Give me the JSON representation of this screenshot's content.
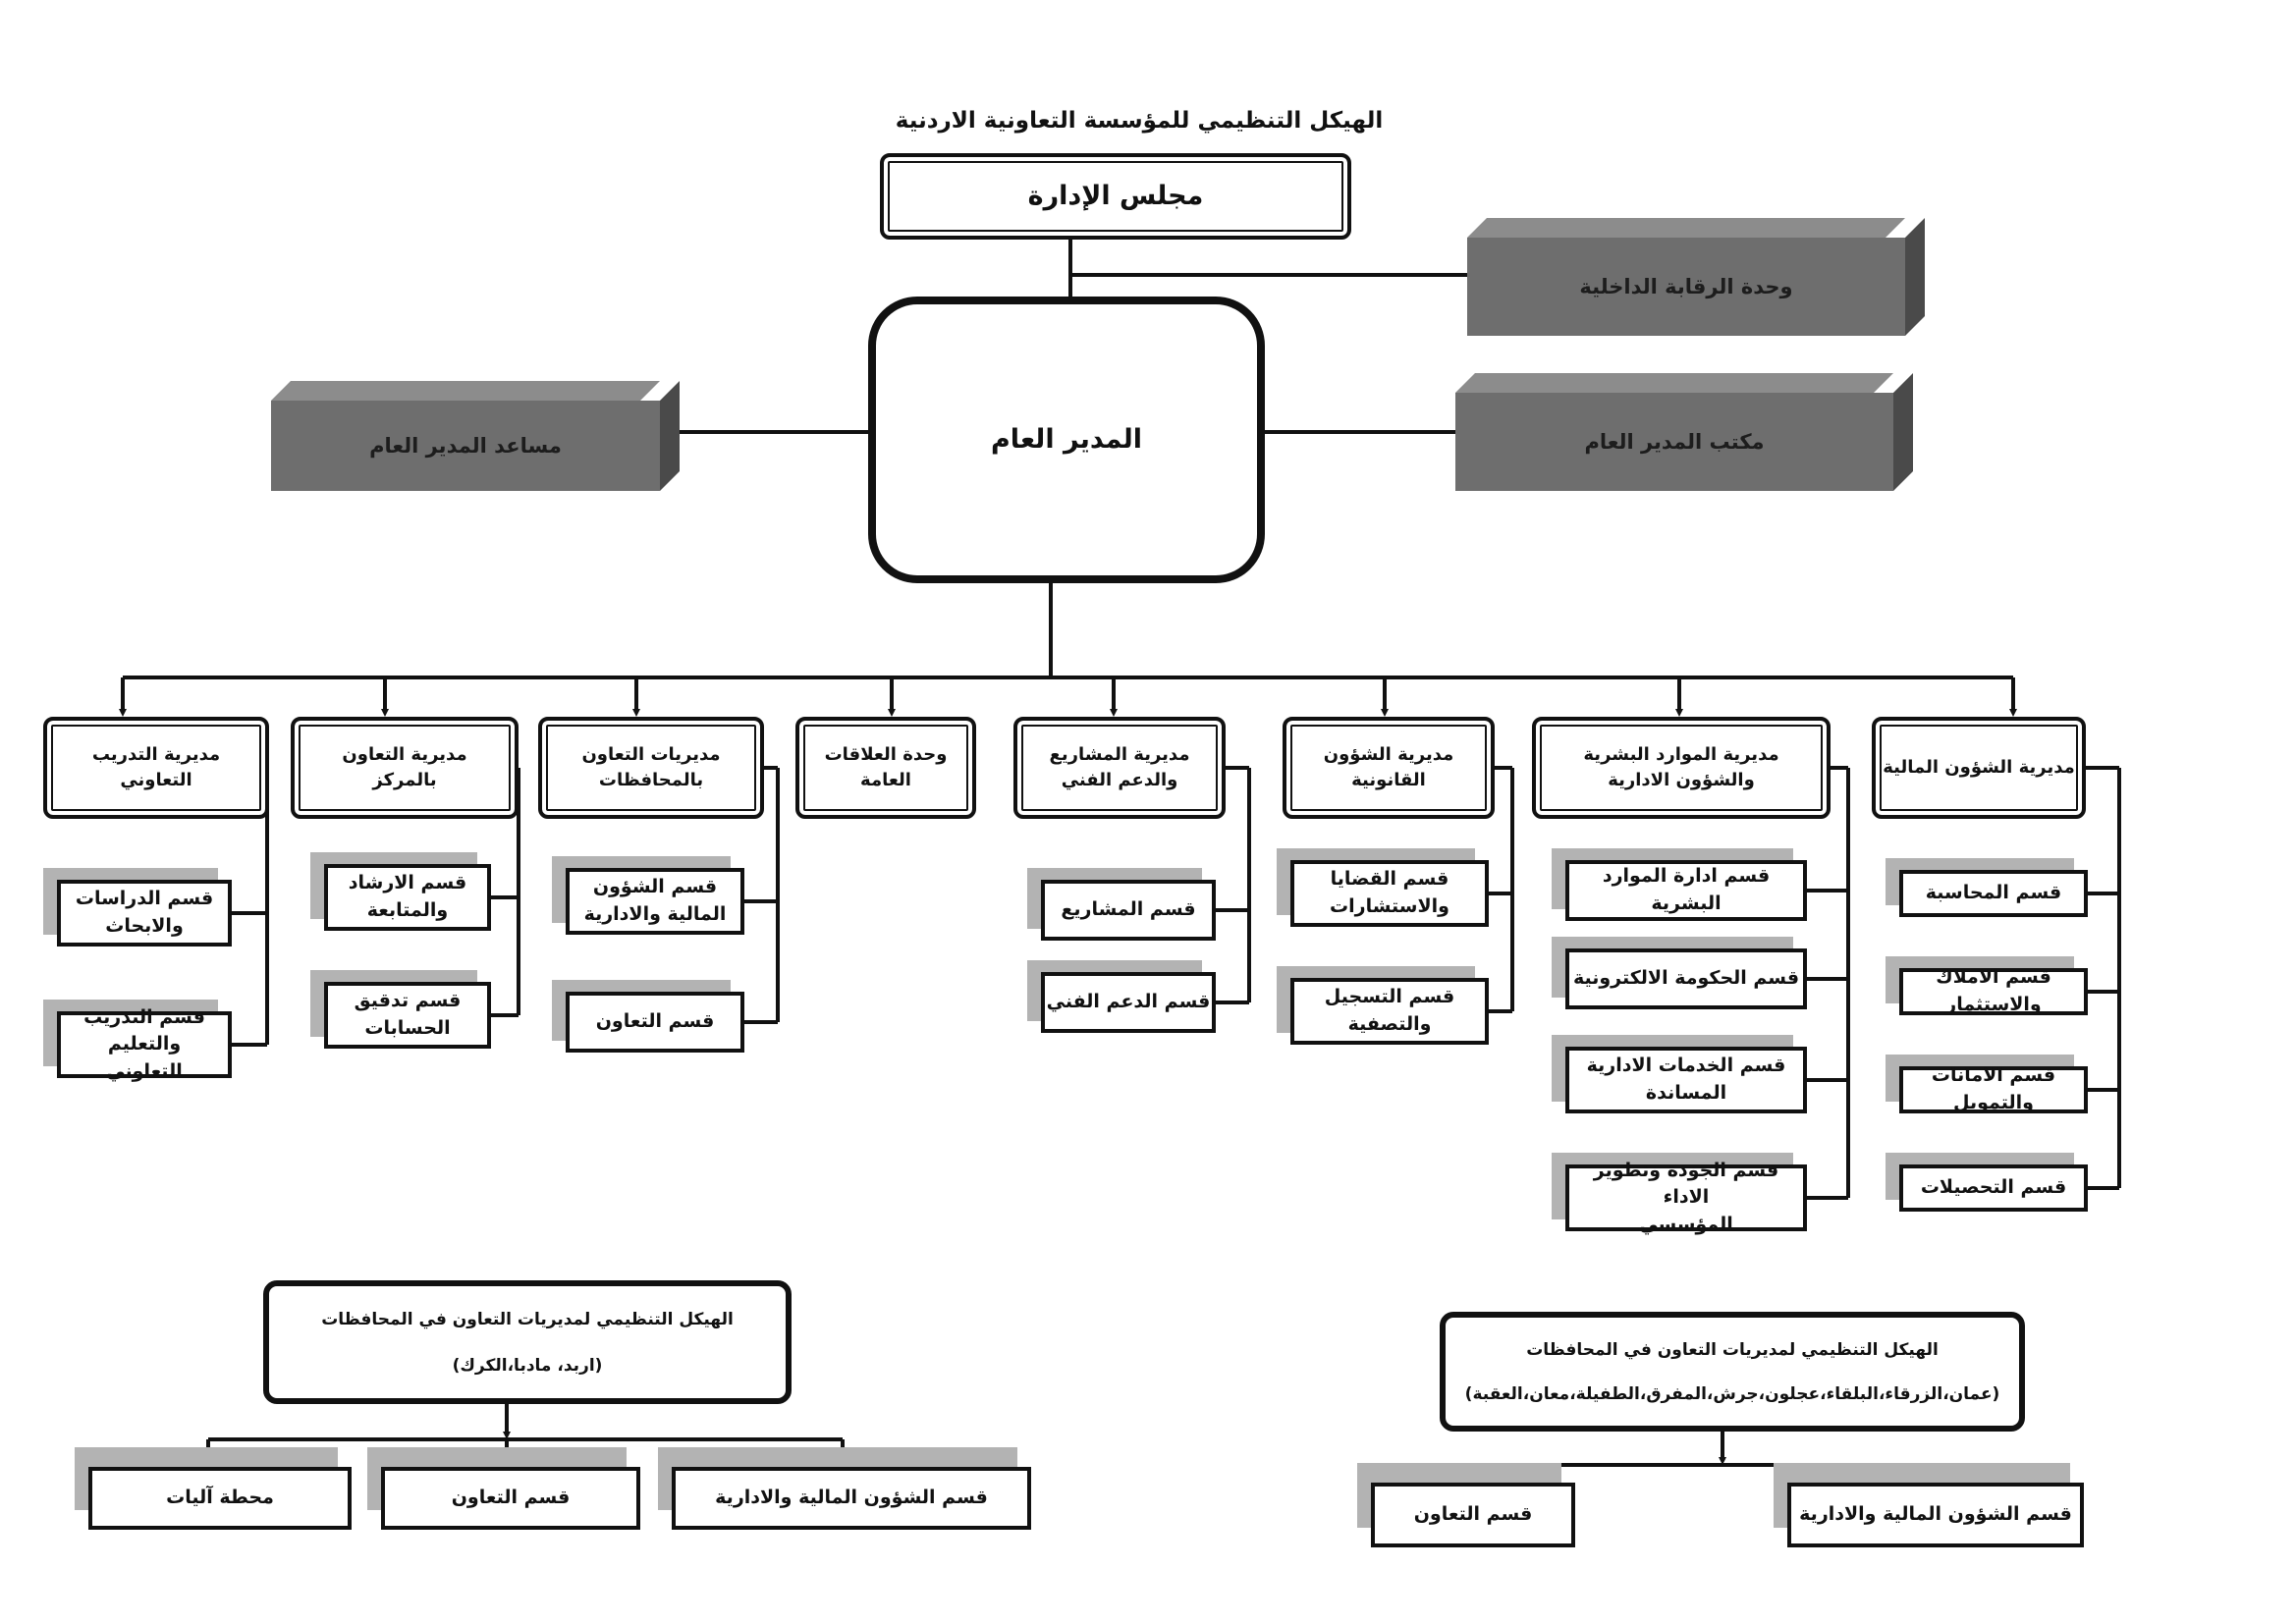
{
  "title": "الهيكل التنظيمي للمؤسسة التعاونية الاردنية",
  "board": "مجلس الإدارة",
  "director_general": "المدير العام",
  "internal_audit": "وحدة الرقابة الداخلية",
  "dg_office": "مكتب المدير العام",
  "assistant_dg": "مساعد المدير العام",
  "directorates": [
    {
      "name_l1": "مديرية الشؤون المالية",
      "name_l2": "",
      "sections": [
        {
          "l1": "قسم المحاسبة",
          "l2": ""
        },
        {
          "l1": "قسم الاملاك والاستثمار",
          "l2": ""
        },
        {
          "l1": "قسم الامانات والتمويل",
          "l2": ""
        },
        {
          "l1": "قسم التحصيلات",
          "l2": ""
        }
      ]
    },
    {
      "name_l1": "مديرية الموارد البشرية",
      "name_l2": "والشؤون الادارية",
      "sections": [
        {
          "l1": "قسم ادارة الموارد البشرية",
          "l2": ""
        },
        {
          "l1": "قسم الحكومة الالكترونية",
          "l2": ""
        },
        {
          "l1": "قسم الخدمات الادارية",
          "l2": "المساندة"
        },
        {
          "l1": "قسم الجودة وتطوير الاداء",
          "l2": "المؤسسي"
        }
      ]
    },
    {
      "name_l1": "مديرية الشؤون",
      "name_l2": "القانونية",
      "sections": [
        {
          "l1": "قسم القضايا",
          "l2": "والاستشارات"
        },
        {
          "l1": "قسم التسجيل",
          "l2": "والتصفية"
        }
      ]
    },
    {
      "name_l1": "مديرية المشاريع",
      "name_l2": "والدعم الفني",
      "sections": [
        {
          "l1": "قسم المشاريع",
          "l2": ""
        },
        {
          "l1": "قسم الدعم الفني",
          "l2": ""
        }
      ]
    },
    {
      "name_l1": "وحدة العلاقات",
      "name_l2": "العامة",
      "sections": []
    },
    {
      "name_l1": "مديريات التعاون",
      "name_l2": "بالمحافظات",
      "sections": [
        {
          "l1": "قسم الشؤون",
          "l2": "المالية والادارية"
        },
        {
          "l1": "قسم التعاون",
          "l2": ""
        }
      ]
    },
    {
      "name_l1": "مديرية التعاون",
      "name_l2": "بالمركز",
      "sections": [
        {
          "l1": "قسم الارشاد",
          "l2": "والمتابعة"
        },
        {
          "l1": "قسم تدقيق",
          "l2": "الحسابات"
        }
      ]
    },
    {
      "name_l1": "مديرية التدريب",
      "name_l2": "التعاوني",
      "sections": [
        {
          "l1": "قسم الدراسات",
          "l2": "والابحاث"
        },
        {
          "l1": "قسم التدريب والتعليم",
          "l2": "التعاوني"
        }
      ]
    }
  ],
  "gov_left": {
    "title": "الهيكل التنظيمي لمديريات التعاون في المحافظات",
    "subtitle": "(اربد، مادبا،الكرك)",
    "sections": [
      "محطة آليات",
      "قسم التعاون",
      "قسم الشؤون المالية والادارية"
    ]
  },
  "gov_right": {
    "title": "الهيكل التنظيمي لمديريات التعاون في المحافظات",
    "subtitle": "(عمان،الزرقاء،البلقاء،عجلون،جرش،المفرق،الطفيلة،معان،العقبة)",
    "sections": [
      "قسم التعاون",
      "قسم الشؤون المالية والادارية"
    ]
  }
}
